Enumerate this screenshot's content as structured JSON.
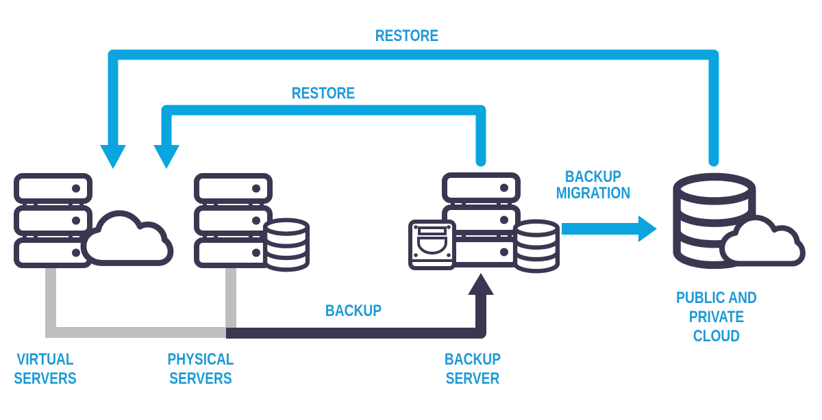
{
  "diagram": {
    "description": "Backup and restore data flow diagram",
    "nodes": [
      {
        "id": "virtual-servers",
        "label": "VIRTUAL\nSERVERS",
        "icons": [
          "server-stack",
          "cloud"
        ]
      },
      {
        "id": "physical-servers",
        "label": "PHYSICAL\nSERVERS",
        "icons": [
          "server-stack",
          "database"
        ]
      },
      {
        "id": "backup-server",
        "label": "BACKUP\nSERVER",
        "icons": [
          "disk-drive",
          "server-stack",
          "database"
        ]
      },
      {
        "id": "public-private-cloud",
        "label": "PUBLIC AND\nPRIVATE CLOUD",
        "icons": [
          "database",
          "cloud"
        ]
      }
    ],
    "flows": [
      {
        "id": "restore-top",
        "label": "RESTORE",
        "from": "public-private-cloud",
        "to": "virtual-servers",
        "style": "blue"
      },
      {
        "id": "restore-mid",
        "label": "RESTORE",
        "from": "backup-server",
        "to": "physical-servers",
        "style": "blue"
      },
      {
        "id": "backup",
        "label": "BACKUP",
        "from": "virtual-servers, physical-servers",
        "to": "backup-server",
        "style": "gray-navy"
      },
      {
        "id": "backup-migration",
        "label": "BACKUP\nMIGRATION",
        "from": "backup-server",
        "to": "public-private-cloud",
        "style": "blue"
      }
    ]
  },
  "colors": {
    "line_blue": "#0aa5df",
    "text_blue": "#1c9ad6",
    "navy": "#3a3751",
    "gray": "#bcbec0",
    "bg": "#ffffff"
  }
}
